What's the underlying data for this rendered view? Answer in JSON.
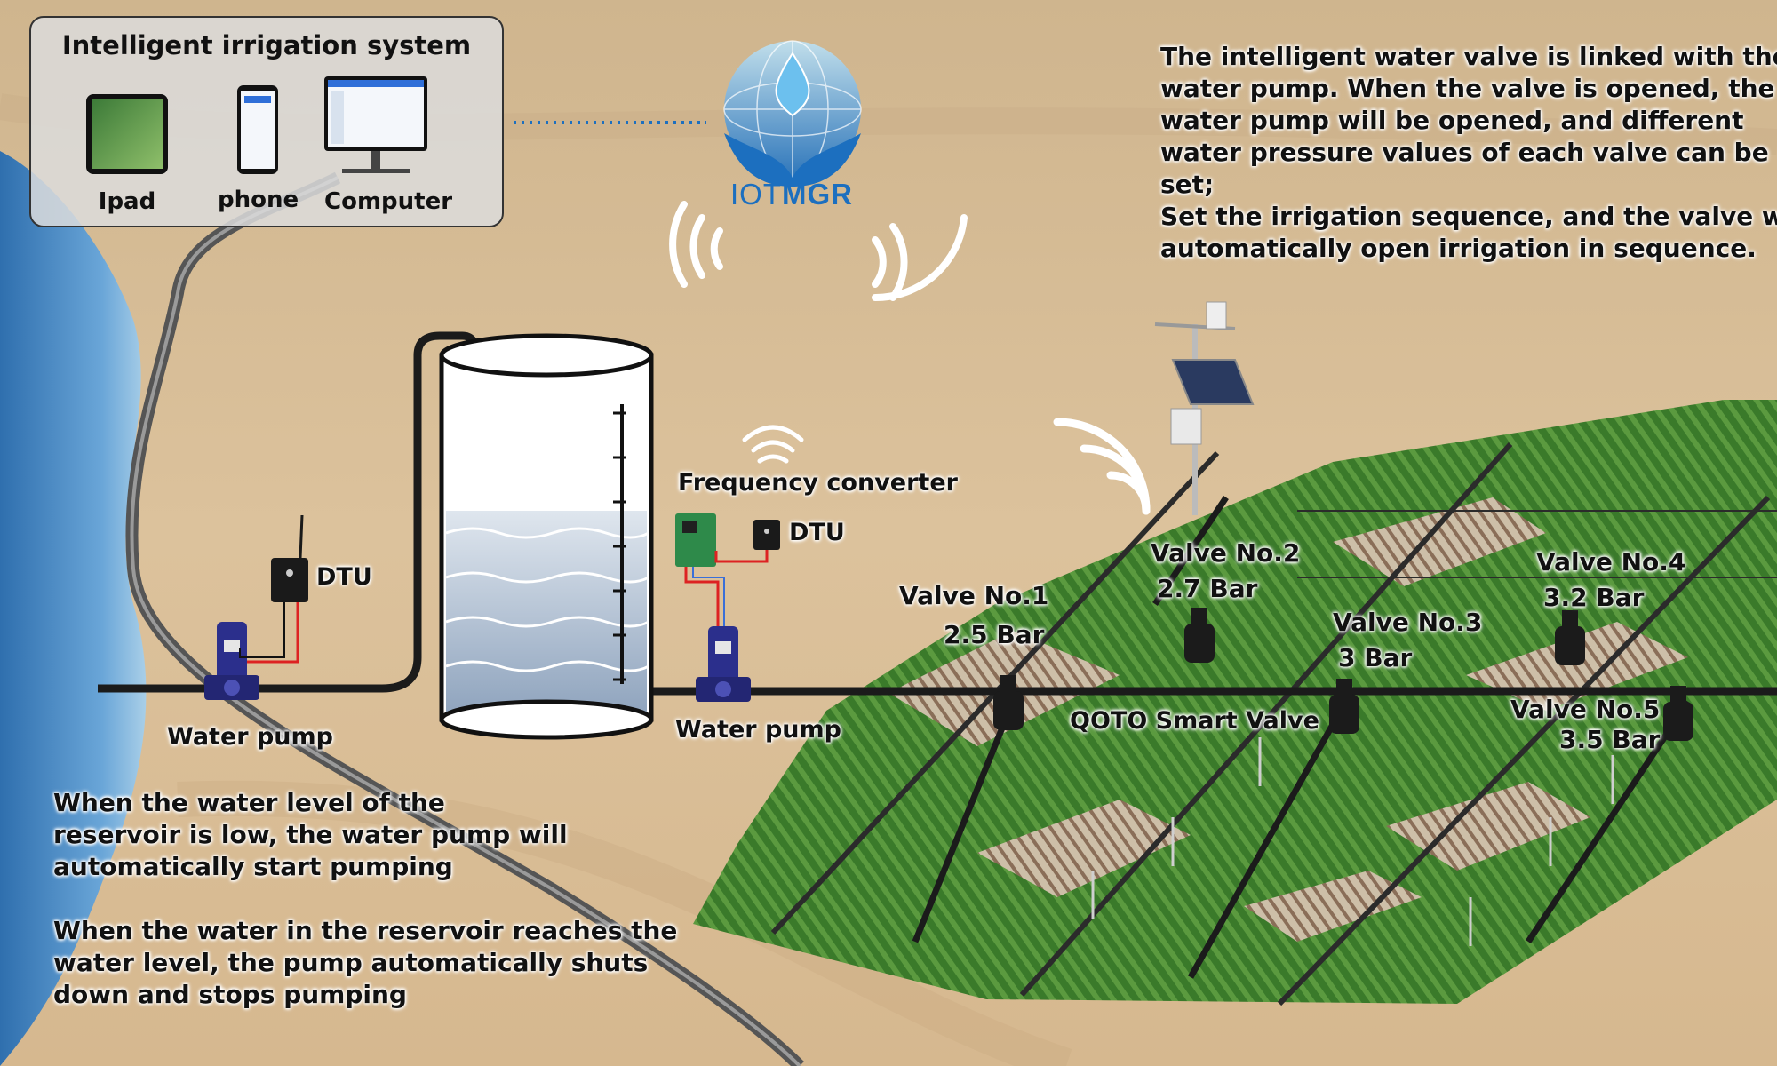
{
  "system_box": {
    "title": "Intelligent irrigation system",
    "devices": [
      "Ipad",
      "phone",
      "Computer"
    ]
  },
  "logo": {
    "text_prefix": "IOT",
    "text_suffix": "MGR"
  },
  "description_top": [
    "The intelligent water valve is linked with the",
    "water pump. When the valve is opened, the",
    "water pump will be opened, and different",
    "water pressure values of each valve can be",
    "set;",
    "Set the irrigation sequence, and the valve will",
    "automatically open irrigation in sequence."
  ],
  "labels": {
    "dtu_left": "DTU",
    "dtu_right": "DTU",
    "frequency_converter": "Frequency converter",
    "water_pump_left": "Water pump",
    "water_pump_right": "Water pump",
    "smart_valve": "QOTO Smart Valve"
  },
  "valves": [
    {
      "name": "Valve No.1",
      "pressure": "2.5 Bar"
    },
    {
      "name": "Valve No.2",
      "pressure": "2.7 Bar"
    },
    {
      "name": "Valve No.3",
      "pressure": "3 Bar"
    },
    {
      "name": "Valve No.4",
      "pressure": "3.2 Bar"
    },
    {
      "name": "Valve No.5",
      "pressure": "3.5 Bar"
    }
  ],
  "description_bottom_1": [
    "When the water level of the",
    "reservoir is low, the water pump will",
    "automatically start pumping"
  ],
  "description_bottom_2": [
    "When the water in the reservoir reaches the",
    "water level, the pump automatically shuts",
    "down and stops pumping"
  ],
  "colors": {
    "sand": "#d9bf99",
    "water": "#4f8fc9",
    "field_green": "#3f7a2c",
    "pipe": "#1b1b1b",
    "pump_blue": "#2b2f8c",
    "logo_blue": "#1c6fbf"
  }
}
